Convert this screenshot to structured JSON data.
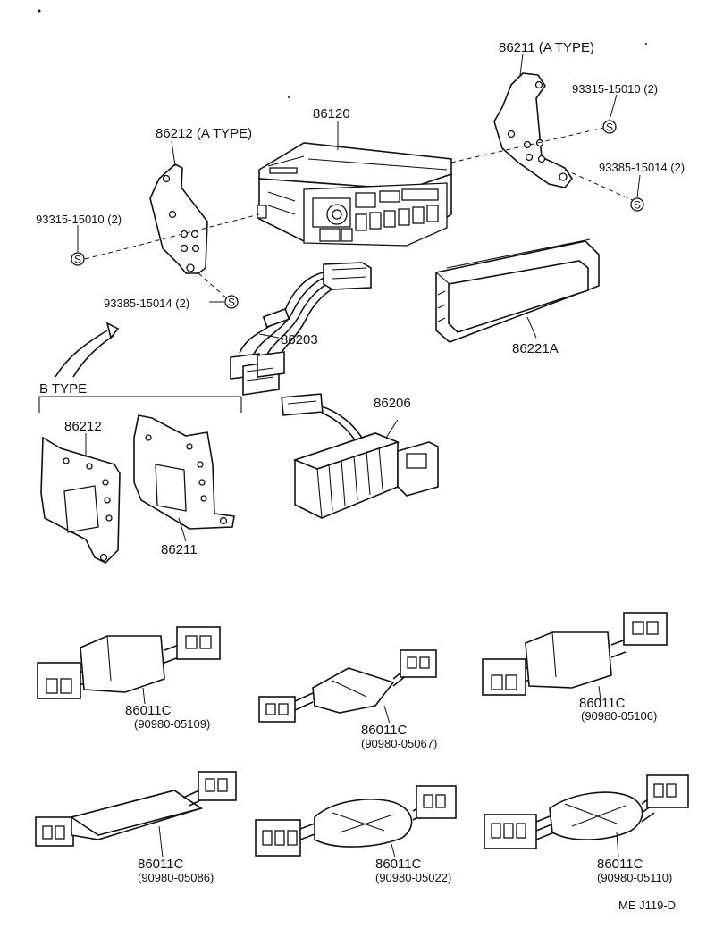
{
  "labels": {
    "radio": "86120",
    "bracket_right_a": "86211 (A  TYPE)",
    "bracket_left_a": "86212 (A  TYPE)",
    "screw_right_top": "93315-15010 (2)",
    "screw_right_bottom": "93385-15014  (2)",
    "screw_left_top": "93315-15010 (2)",
    "screw_left_bottom": "93385-15014  (2)",
    "harness": "86203",
    "plate": "86221A",
    "amplifier": "86206",
    "b_type": "B  TYPE",
    "b_bracket_left": "86212",
    "b_bracket_right": "86211",
    "conn1_part": "86011C",
    "conn1_code": "(90980-05109)",
    "conn2_part": "86011C",
    "conn2_code": "(90980-05067)",
    "conn3_part": "86011C",
    "conn3_code": "(90980-05106)",
    "conn4_part": "86011C",
    "conn4_code": "(90980-05086)",
    "conn5_part": "86011C",
    "conn5_code": "(90980-05022)",
    "conn6_part": "86011C",
    "conn6_code": "(90980-05110)",
    "screw_symbol": "S",
    "footer": "ME  J119-D"
  }
}
